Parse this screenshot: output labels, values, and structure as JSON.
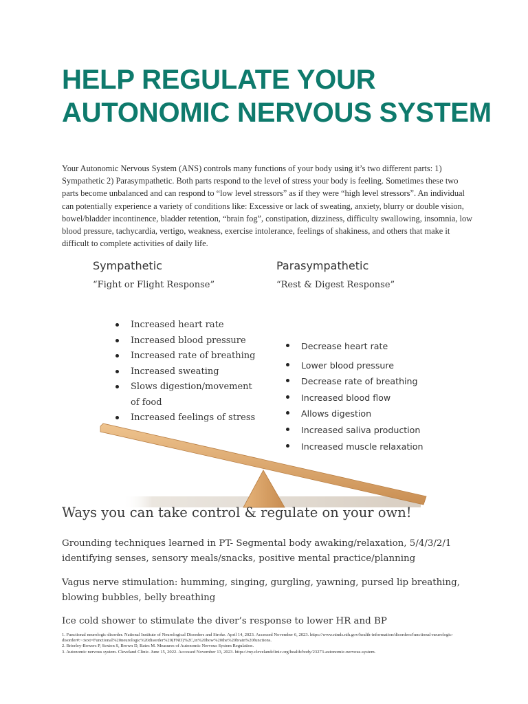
{
  "title": {
    "line1": "HELP REGULATE YOUR",
    "line2": "AUTONOMIC NERVOUS SYSTEM"
  },
  "intro": "Your Autonomic Nervous System (ANS) controls many functions of your body using it’s two different parts: 1) Sympathetic 2) Parasympathetic. Both parts respond to the level of stress your body is feeling. Sometimes these two parts become unbalanced and can respond to “low level stressors” as if they were “high level stressors”. An individual can potentially experience a variety of conditions like: Excessive or lack of sweating, anxiety, blurry or double vision, bowel/bladder incontinence, bladder retention, “brain fog”, constipation, dizziness, difficulty swallowing, insomnia, low blood pressure, tachycardia, vertigo, weakness, exercise intolerance, feelings of shakiness, and others that make it difficult to complete activities of daily life.",
  "sympathetic": {
    "heading": "Sympathetic",
    "subtitle": "“Fight or Flight Response”",
    "items": [
      "Increased heart rate",
      "Increased blood pressure",
      "Increased rate of breathing",
      "Increased sweating",
      "Slows digestion/movement of food",
      "Increased feelings of stress"
    ]
  },
  "parasympathetic": {
    "heading": "Parasympathetic",
    "subtitle": "“Rest & Digest Response”",
    "items": [
      "Decrease heart rate",
      "Lower blood pressure",
      "Decrease rate of breathing",
      "Increased blood flow",
      "Allows digestion",
      "Increased saliva production",
      "Increased muscle relaxation"
    ]
  },
  "seesaw_colors": {
    "plank": "#dfa86a",
    "plank_edge": "#b97f44",
    "fulcrum": "#d9a266"
  },
  "ways": {
    "heading": "Ways you can take control & regulate on your own!",
    "grounding": "Grounding techniques learned in PT- Segmental body awaking/relaxation, 5/4/3/2/1 identifying senses, sensory meals/snacks, positive mental practice/planning",
    "vagus": "Vagus nerve stimulation: humming, singing, gurgling, yawning, pursed lip breathing, blowing bubbles, belly breathing",
    "cold": "Ice cold shower to stimulate the diver’s response to lower HR and BP"
  },
  "references": [
    "1. Functional neurologic disorder. National Institute of Neurological Disorders and Stroke. April 14, 2023. Accessed November 6, 2023. https://www.ninds.nih.gov/health-information/disorders/functional-neurologic-disorder#:~:text=Functional%20neurologic%20disorder%20(FND)%2C,in%20how%20the%20brain%20functions.",
    "2. Brierley-Bowers P, Sexton S, Brown D, Bates M. Measures of Autonomic Nervous System Regulation.",
    "3. Autonomic nervous system. Cleveland Clinic. June 15, 2022. Accessed November 13, 2023. https://my.clevelandclinic.org/health/body/23273-autonomic-nervous-system."
  ]
}
